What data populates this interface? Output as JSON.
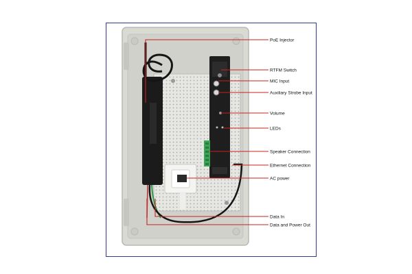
{
  "labels": {
    "poe_injector": "PoE Injector",
    "rtfm_switch": "RTFM Switch",
    "mic_input": "MIC Input",
    "aux_strobe": "Auxiliary Strobe Input",
    "volume": "Volume",
    "leds": "LEDs",
    "speaker_connection": "Speaker Connection",
    "ethernet_connection": "Ethernet Connection",
    "ac_power": "AC power",
    "data_in": "Data In",
    "data_power_out": "Data and Power Out"
  },
  "colors": {
    "frame_border": "#2e3a8c",
    "leader_line": "#cc1f1f",
    "enclosure": "#d8dad3",
    "backplate": "#e6e6e2",
    "device_black": "#1b1b1b",
    "terminal_green": "#3aa655"
  }
}
